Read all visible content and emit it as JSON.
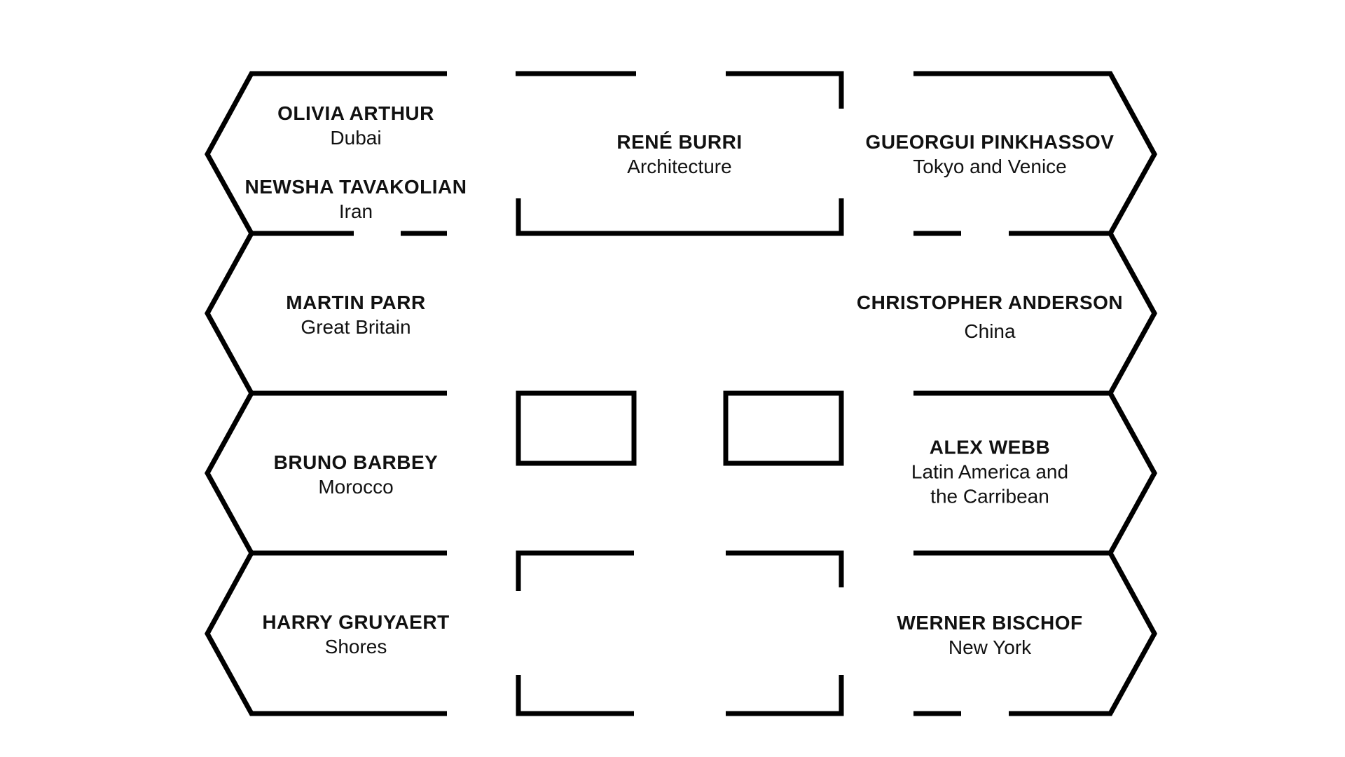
{
  "rooms": {
    "olivia_arthur": {
      "name": "OLIVIA ARTHUR",
      "subject": "Dubai"
    },
    "newsha_tavakolian": {
      "name": "NEWSHA TAVAKOLIAN",
      "subject": "Iran"
    },
    "rene_burri": {
      "name": "RENÉ BURRI",
      "subject": "Architecture"
    },
    "gueorgui_pinkhassov": {
      "name": "GUEORGUI PINKHASSOV",
      "subject": "Tokyo and Venice"
    },
    "martin_parr": {
      "name": "MARTIN PARR",
      "subject": "Great Britain"
    },
    "christopher_anderson": {
      "name": "CHRISTOPHER ANDERSON",
      "subject": "China"
    },
    "bruno_barbey": {
      "name": "BRUNO BARBEY",
      "subject": "Morocco"
    },
    "alex_webb": {
      "name": "ALEX WEBB",
      "subject_line1": "Latin America and",
      "subject_line2": "the Carribean"
    },
    "harry_gruyaert": {
      "name": "HARRY GRUYAERT",
      "subject": "Shores"
    },
    "werner_bischof": {
      "name": "WERNER BISCHOF",
      "subject": "New York"
    }
  },
  "colors": {
    "wall": "#000000",
    "text": "#111111",
    "background": "#ffffff"
  }
}
